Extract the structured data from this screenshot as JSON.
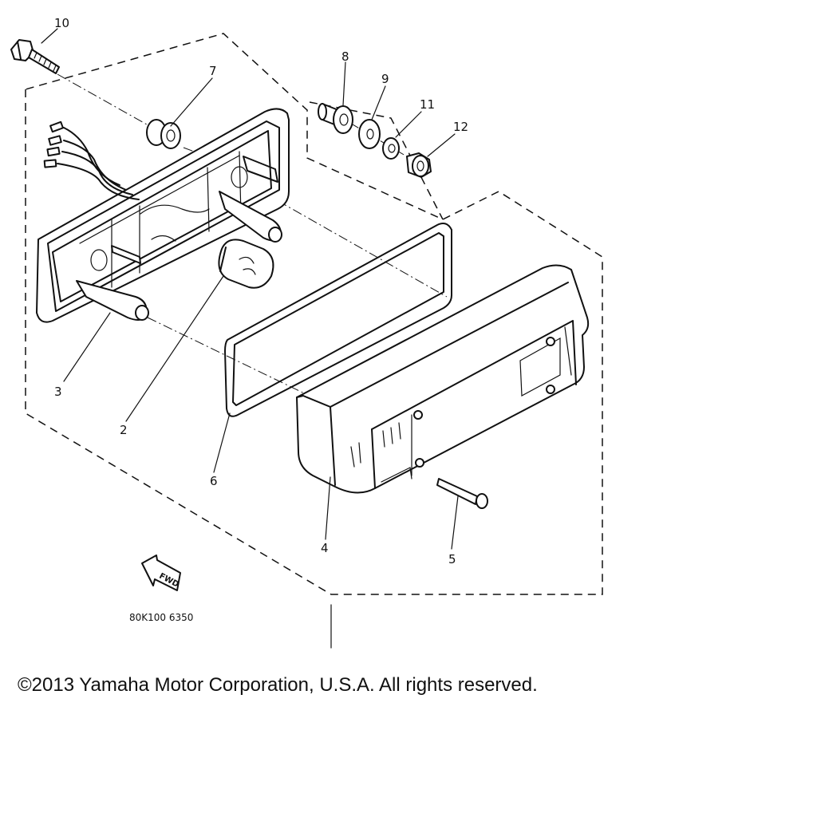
{
  "diagram": {
    "callouts": {
      "c1": "10",
      "c2": "7",
      "c3": "8",
      "c4": "9",
      "c5": "11",
      "c6": "12",
      "c7": "3",
      "c8": "2",
      "c9": "6",
      "c10": "4",
      "c11": "5"
    },
    "direction_label": "FWD",
    "drawing_code": "80K100 6350"
  },
  "footer": {
    "copyright": "©2013 Yamaha Motor Corporation, U.S.A. All rights reserved."
  }
}
